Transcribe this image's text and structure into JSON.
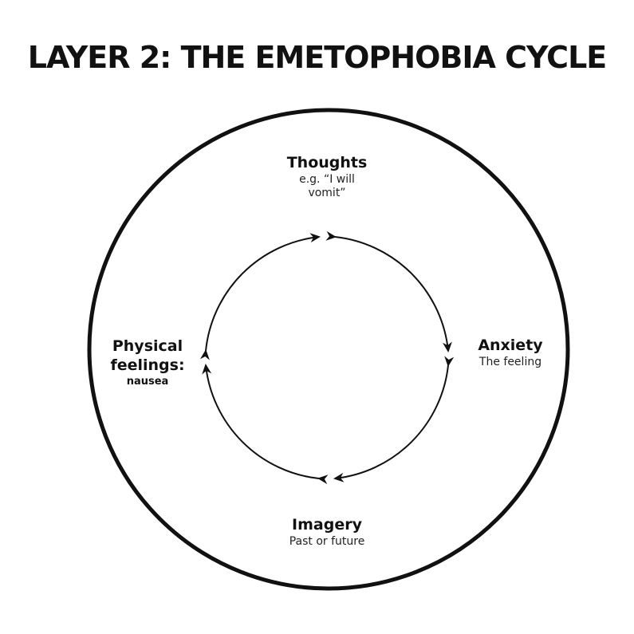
{
  "title": "LAYER 2: THE EMETOPHOBIA CYCLE",
  "nodes": {
    "thoughts": {
      "heading": "Thoughts",
      "subtitle_line1": "e.g. “I will",
      "subtitle_line2": "vomit”"
    },
    "anxiety": {
      "heading": "Anxiety",
      "subtitle": "The feeling"
    },
    "imagery": {
      "heading": "Imagery",
      "subtitle": "Past or future"
    },
    "physical": {
      "heading_line1": "Physical",
      "heading_line2": "feelings:",
      "subtitle": "nausea"
    }
  },
  "colors": {
    "stroke": "#111111",
    "background": "#ffffff"
  }
}
